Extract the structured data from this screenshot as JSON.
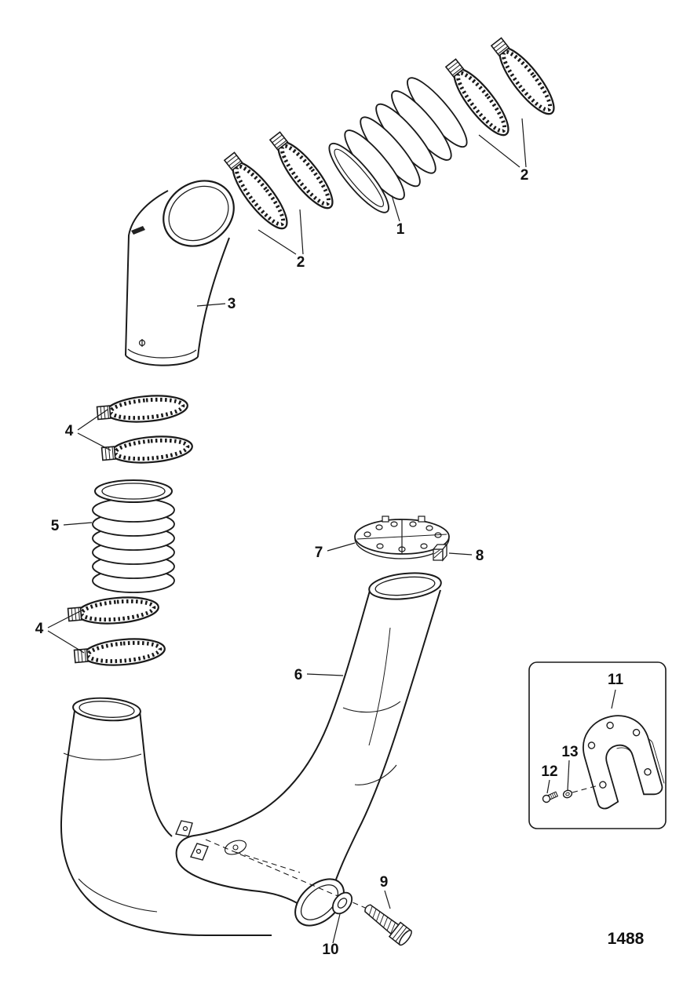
{
  "figure": {
    "type": "exploded-parts-diagram",
    "drawing_number": "1488",
    "callouts": {
      "part1": "1",
      "part2_upper": "2",
      "part2_mid": "2",
      "part3": "3",
      "part4_upper": "4",
      "part4_lower": "4",
      "part5": "5",
      "part6": "6",
      "part7": "7",
      "part8": "8",
      "part9": "9",
      "part10": "10",
      "part11": "11",
      "part12": "12",
      "part13": "13"
    },
    "colors": {
      "line": "#1a1a1a",
      "background": "#ffffff"
    }
  }
}
